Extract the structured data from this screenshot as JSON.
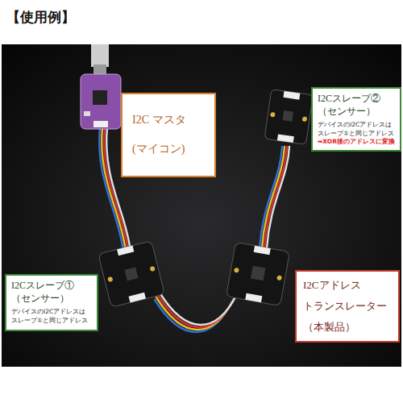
{
  "diagram": {
    "title": "【使用例】",
    "nodes": [
      {
        "text": [
          "I2C マスタ (マイコン)"
        ]
      },
      {
        "text": [
          "I2Cスレーブ② （センサー）",
          "デバイスのI2Cアドレスは スレーブ①と同じアドレス",
          "➡XOR後のアドレスに変換"
        ]
      },
      {
        "text": [
          "I2Cスレーブ① （センサー）",
          "デバイスのI2Cアドレスは スレーブ①と同じアドレス"
        ]
      },
      {
        "text": [
          "I2Cアドレス トランスレーター （本製品）"
        ]
      }
    ]
  }
}
